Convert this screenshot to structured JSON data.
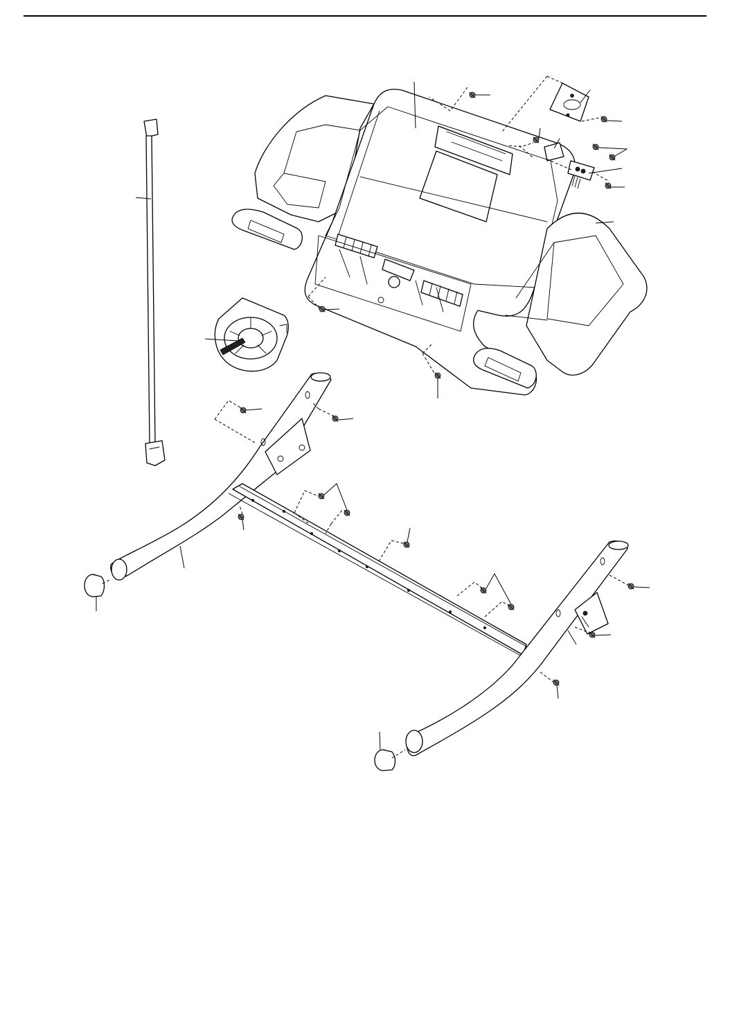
{
  "document": {
    "title": "",
    "header_rule": true
  },
  "diagram": {
    "type": "exploded-parts-view",
    "assemblies": [
      "console",
      "tether-cord",
      "fan",
      "upright-base",
      "crossbar",
      "end-caps"
    ],
    "callout_labels": []
  }
}
